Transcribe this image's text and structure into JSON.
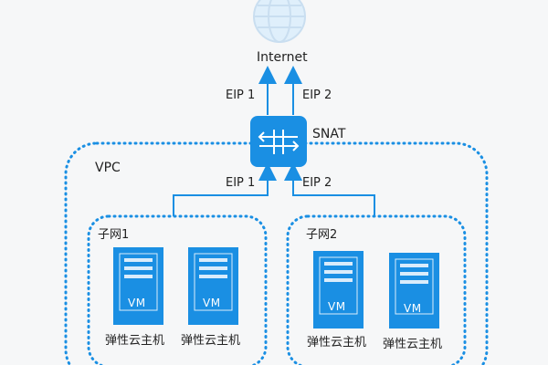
{
  "nodes": {
    "internet": {
      "label": "Internet",
      "icon": "globe-icon"
    },
    "snat": {
      "label": "SNAT",
      "icon": "router-icon"
    },
    "vpc": {
      "label": "VPC"
    },
    "subnet1": {
      "label": "子网1"
    },
    "subnet2": {
      "label": "子网2"
    }
  },
  "links": {
    "top_left": "EIP 1",
    "top_right": "EIP 2",
    "mid_left": "EIP 1",
    "mid_right": "EIP 2"
  },
  "vms": [
    {
      "label": "VM",
      "caption": "弹性云主机"
    },
    {
      "label": "VM",
      "caption": "弹性云主机"
    },
    {
      "label": "VM",
      "caption": "弹性云主机"
    },
    {
      "label": "VM",
      "caption": "弹性云主机"
    }
  ],
  "colors": {
    "primary": "#1a8fe3",
    "icon_light": "#d9ecfb",
    "bg": "#f6f7f8"
  }
}
